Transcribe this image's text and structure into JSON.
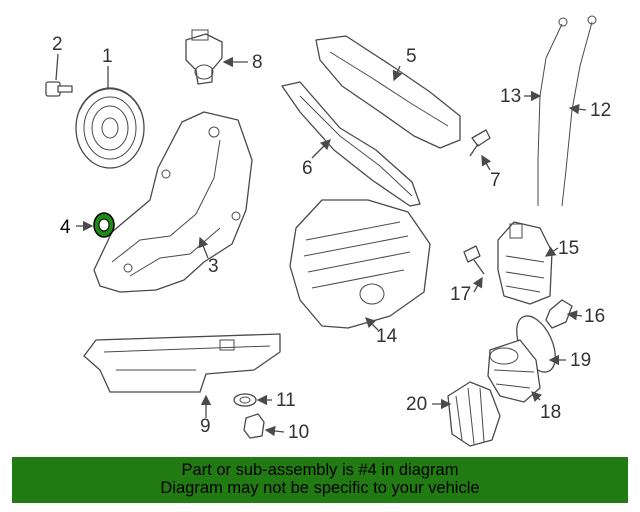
{
  "diagram": {
    "highlighted_part": "4",
    "highlight_color": "#1f8a14",
    "callouts": [
      "1",
      "2",
      "3",
      "4",
      "5",
      "6",
      "7",
      "8",
      "9",
      "10",
      "11",
      "12",
      "13",
      "14",
      "15",
      "16",
      "17",
      "18",
      "19",
      "20"
    ]
  },
  "banner": {
    "line1": "Part or sub-assembly is #4 in diagram",
    "line2": "Diagram may not be specific to your vehicle",
    "background": "#217a12"
  }
}
